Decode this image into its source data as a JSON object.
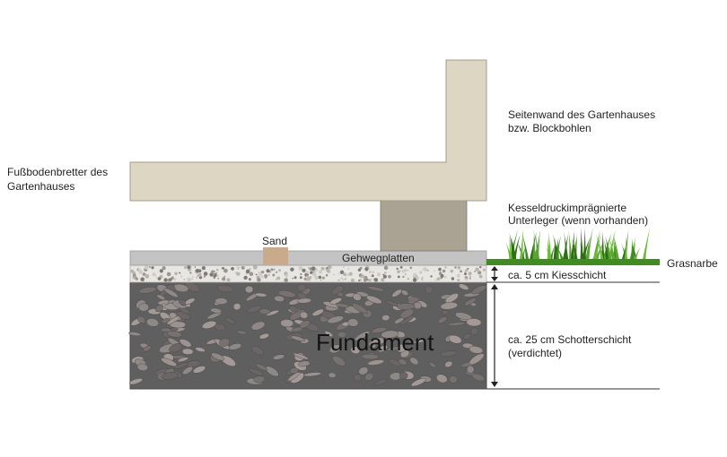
{
  "labels": {
    "wall": [
      "Seitenwand des Gartenhauses",
      "bzw. Blockbohlen"
    ],
    "floor": [
      "Fußbodenbretter des",
      "Gartenhauses"
    ],
    "sleeper": [
      "Kesseldruckimprägnierte",
      "Unterleger (wenn vorhanden)"
    ],
    "sand": "Sand",
    "slabs": "Gehwegplatten",
    "turf": "Grasnarbe",
    "gravel": "ca. 5 cm Kiesschicht",
    "crushed": [
      "ca. 25 cm Schotterschicht",
      "(verdichtet)"
    ],
    "foundation": "Fundament"
  },
  "colors": {
    "wood": "#dcd6c2",
    "wood_edge": "#a49c88",
    "sleeper": "#aaa394",
    "sand": "#c9ab8b",
    "slab": "#c3c3c3",
    "gravel": "#e8e6e2",
    "crushed": "#5f5f5f",
    "stone": "#8e8886",
    "grass": "#3f8c1f",
    "line": "#333333"
  }
}
